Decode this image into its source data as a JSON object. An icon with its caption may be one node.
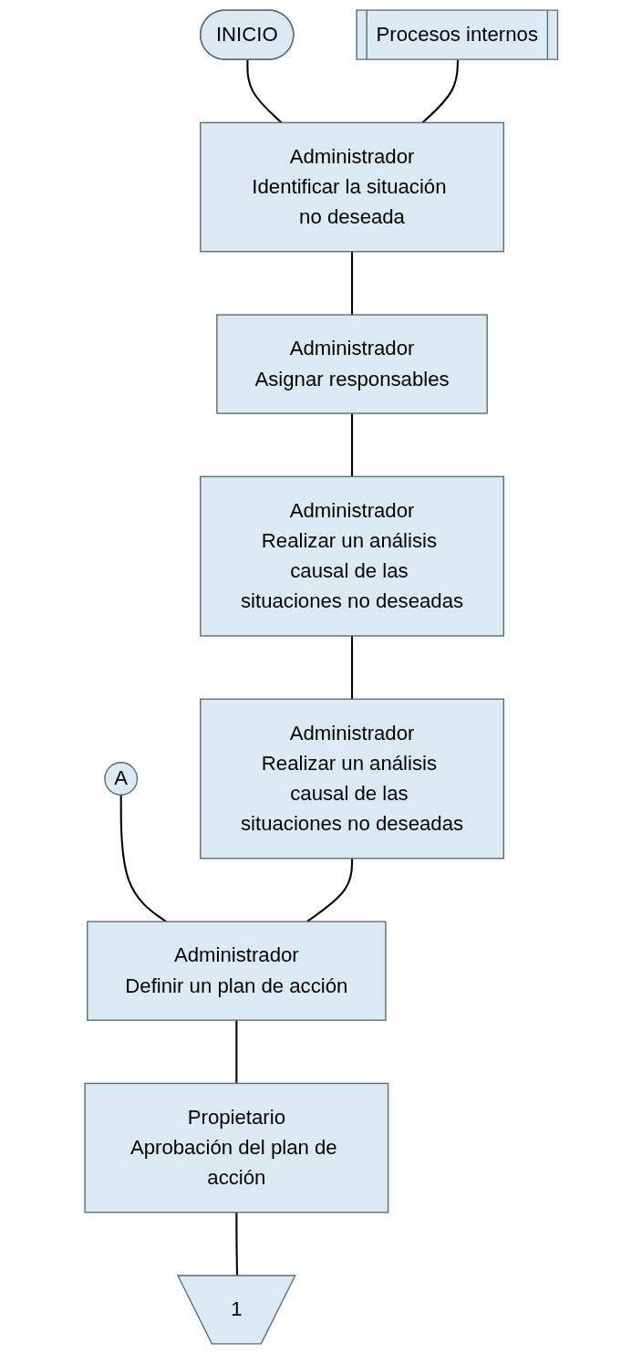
{
  "diagram": {
    "nodes": [
      {
        "text": [
          "INICIO"
        ]
      },
      {
        "text": [
          "Procesos internos"
        ]
      },
      {
        "text": [
          "Administrador",
          "Identificar la situación no deseada"
        ]
      },
      {
        "text": [
          "Administrador",
          "Asignar responsables"
        ]
      },
      {
        "text": [
          "Administrador",
          "Realizar un análisis causal de las situaciones no deseadas"
        ]
      },
      {
        "text": [
          "Administrador",
          "Realizar un análisis causal de las situaciones no deseadas"
        ]
      },
      {
        "text": [
          "A"
        ]
      },
      {
        "text": [
          "Administrador",
          "Definir un plan de acción"
        ]
      },
      {
        "text": [
          "Propietario",
          "Aprobación del plan de acción"
        ]
      },
      {
        "text": [
          "1"
        ]
      }
    ],
    "edges": [
      {
        "from": 0,
        "to": 2,
        "arrow": "none"
      },
      {
        "from": 1,
        "to": 2,
        "arrow": "none"
      },
      {
        "from": 2,
        "to": 3,
        "arrow": "none"
      },
      {
        "from": 3,
        "to": 4,
        "arrow": "none"
      },
      {
        "from": 4,
        "to": 5,
        "arrow": "none"
      },
      {
        "from": 6,
        "to": 7,
        "arrow": "none"
      },
      {
        "from": 5,
        "to": 7,
        "arrow": "none"
      },
      {
        "from": 7,
        "to": 8,
        "arrow": "none"
      },
      {
        "from": 8,
        "to": 9,
        "arrow": "none"
      }
    ]
  }
}
